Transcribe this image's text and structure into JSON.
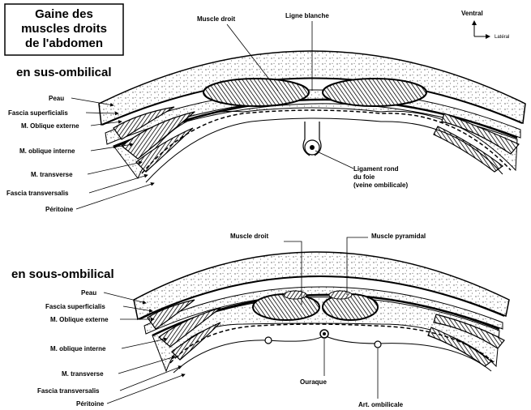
{
  "title": {
    "line1": "Gaine des",
    "line2": "muscles droits",
    "line3": "de l'abdomen"
  },
  "orientation": {
    "ventral": "Ventral",
    "lateral": "Latéral"
  },
  "top_section": {
    "heading": "en sus-ombilical",
    "left_labels": [
      "Peau",
      "Fascia superficialis",
      "M. Oblique externe",
      "M. oblique interne",
      "M. transverse",
      "Fascia transversalis",
      "Péritoine"
    ],
    "muscle_droit": "Muscle droit",
    "ligne_blanche": "Ligne blanche",
    "ligament_line1": "Ligament rond",
    "ligament_line2": "du foie",
    "ligament_line3": "(veine ombilicale)"
  },
  "bottom_section": {
    "heading": "en sous-ombilical",
    "left_labels": [
      "Peau",
      "Fascia superficialis",
      "M. Oblique externe",
      "M. oblique interne",
      "M. transverse",
      "Fascia transversalis",
      "Péritoine"
    ],
    "muscle_droit": "Muscle droit",
    "muscle_pyramidal": "Muscle pyramidal",
    "ouraque": "Ouraque",
    "art_ombilicale": "Art. ombilicale"
  }
}
